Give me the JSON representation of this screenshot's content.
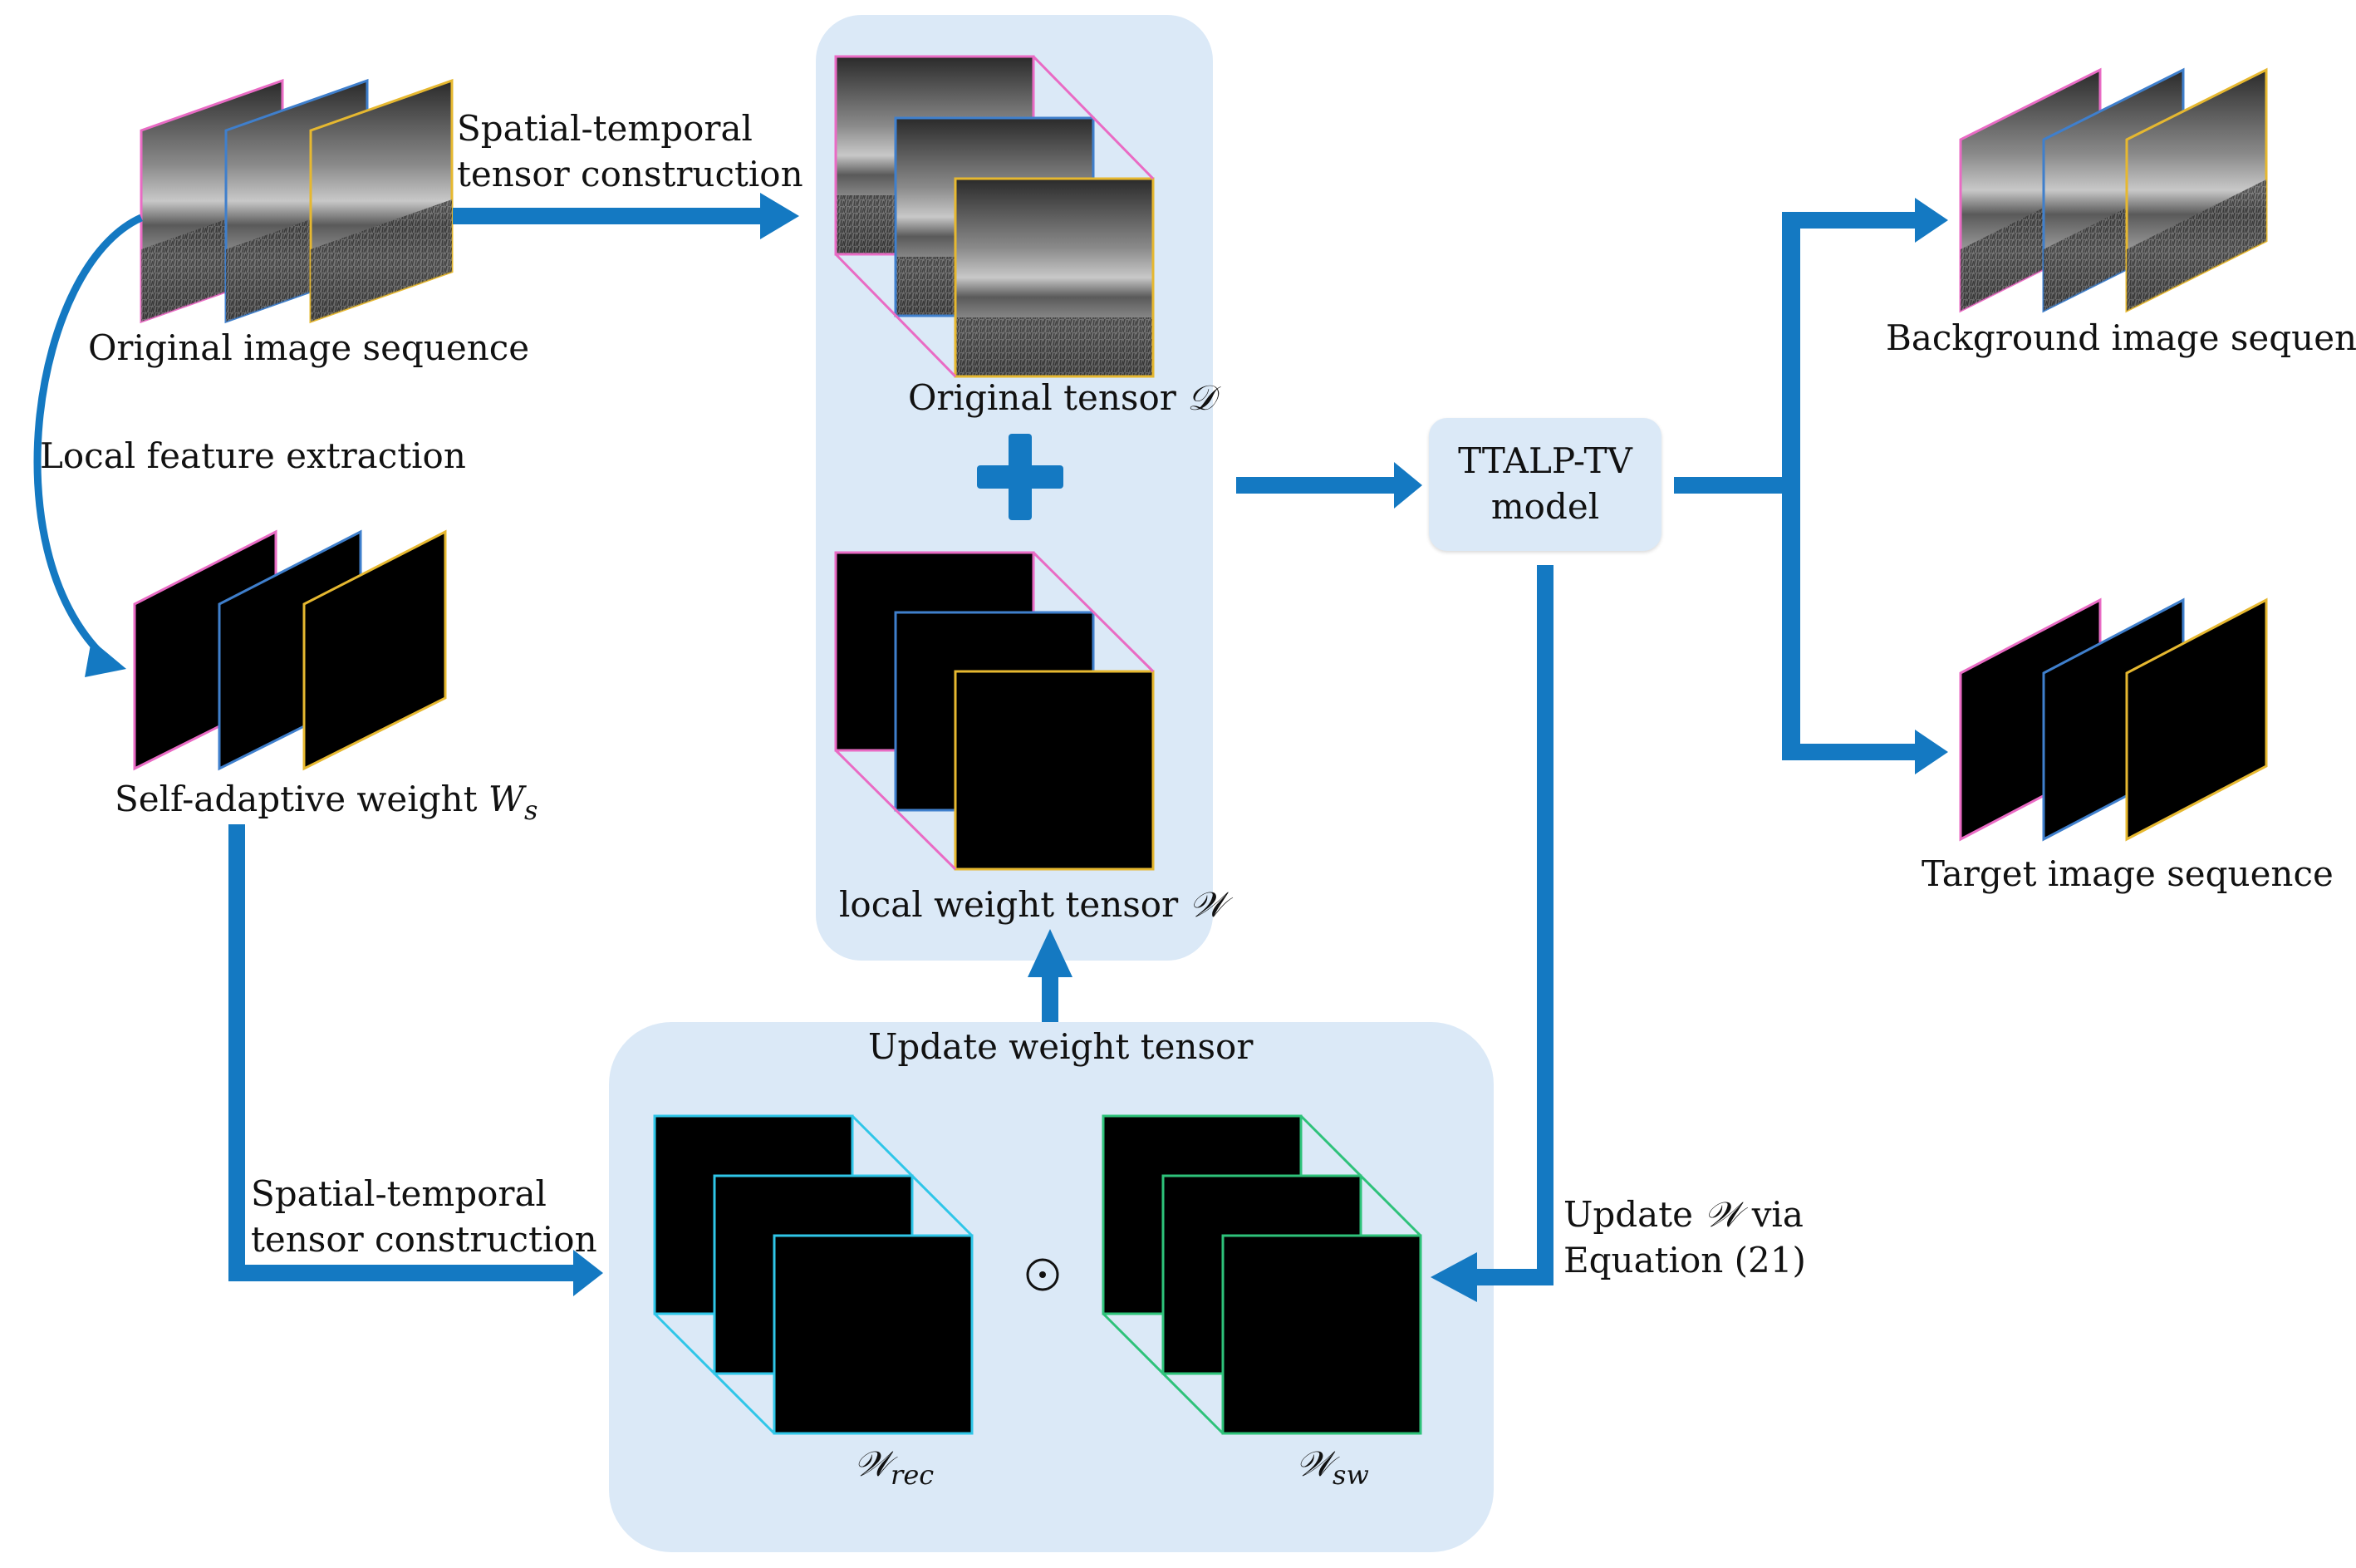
{
  "colors": {
    "arrow": "#1479c2",
    "panel": "#dbe9f7",
    "frame_pink": "#e96bc4",
    "frame_blue": "#3f7fcc",
    "frame_yellow": "#e6b830",
    "frame_cyan": "#2fc6e8",
    "frame_green": "#2ec27a"
  },
  "labels": {
    "orig_seq": "Original image sequence",
    "st_top_1": "Spatial-temporal",
    "st_top_2": "tensor construction",
    "local_feat": "Local feature extraction",
    "self_adaptive": "Self-adaptive weight",
    "self_adaptive_sym": "W",
    "self_adaptive_sub": "s",
    "orig_tensor": "Original tensor",
    "orig_tensor_sym": "𝒟",
    "local_weight": "local weight tensor",
    "local_weight_sym": "𝒲",
    "update_weight": "Update weight tensor",
    "st_bot_1": "Spatial-temporal",
    "st_bot_2": "tensor construction",
    "w_rec_sym": "𝒲",
    "w_rec_sub": "rec",
    "odot": "⊙",
    "w_sw_sym": "𝒲",
    "w_sw_sub": "sw",
    "model_1": "TTALP-TV",
    "model_2": "model",
    "update_via_1a": "Update",
    "update_via_sym": "𝒲",
    "update_via_1b": "via",
    "update_via_2": "Equation (21)",
    "bg_seq": "Background image sequence",
    "tgt_seq": "Target image sequence"
  },
  "icons": [
    "plus-icon",
    "hadamard-product-icon"
  ]
}
